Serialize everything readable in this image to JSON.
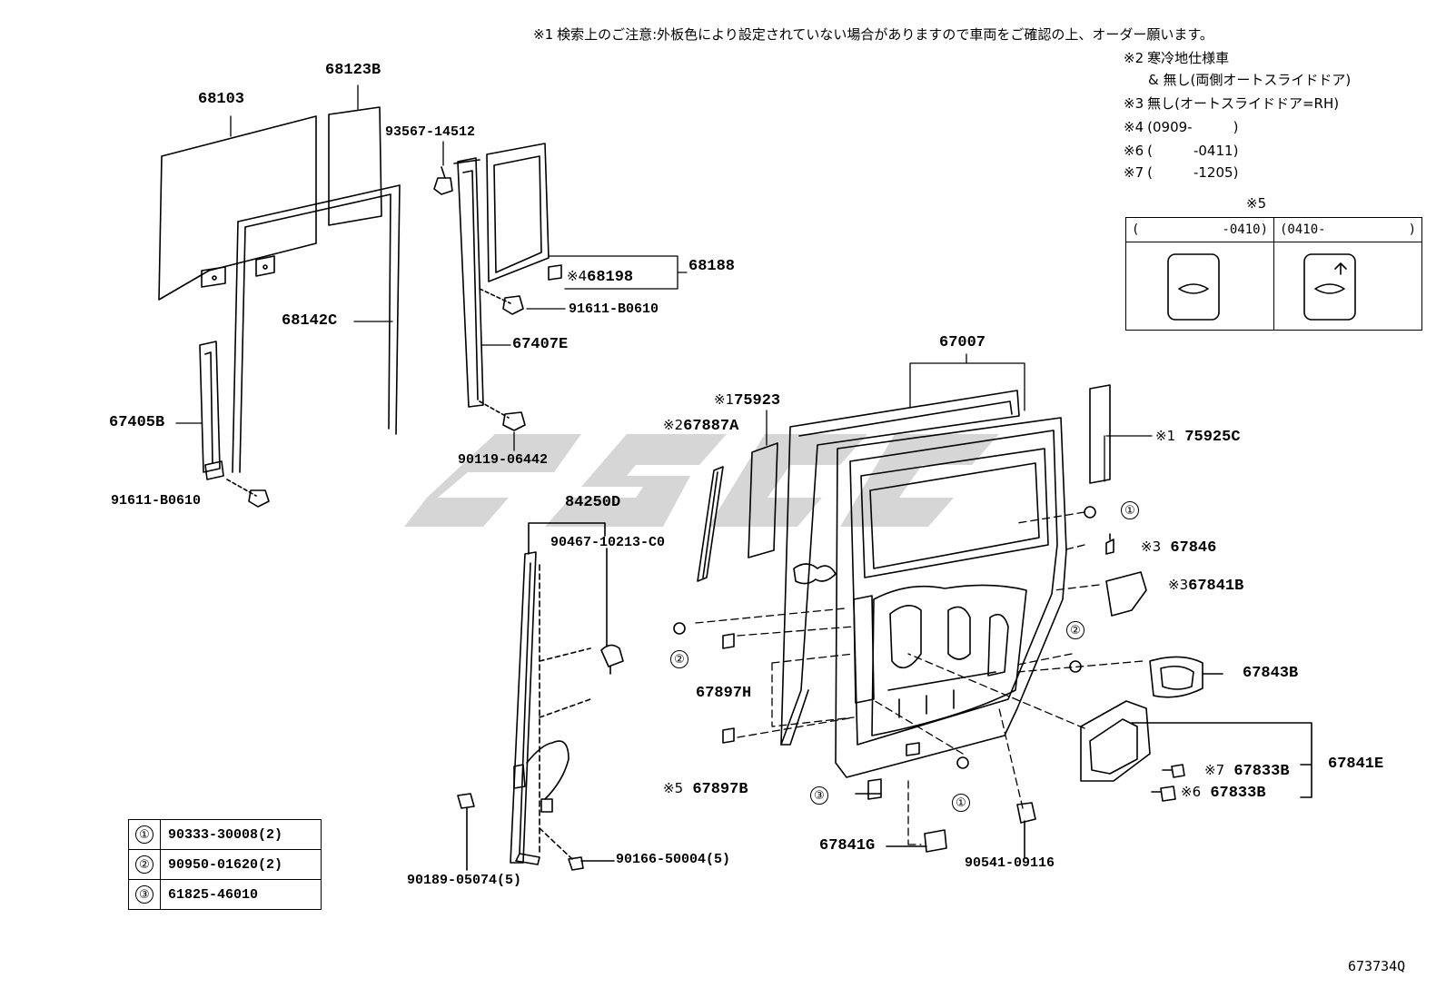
{
  "notes": {
    "n1": {
      "mark": "※1",
      "text": "検索上のご注意:外板色により設定されていない場合がありますので車両をご確認の上、オーダー願います。"
    },
    "n2": {
      "mark": "※2",
      "text": "寒冷地仕様車",
      "text2": "& 無し(両側オートスライドドア)"
    },
    "n3": {
      "mark": "※3",
      "text": "無し(オートスライドドア=RH)"
    },
    "n4": {
      "mark": "※4",
      "text": "(0909-　　　)"
    },
    "n6": {
      "mark": "※6",
      "text": "(　　　-0411)"
    },
    "n7": {
      "mark": "※7",
      "text": "(　　　-1205)"
    }
  },
  "variant_table": {
    "mark": "※5",
    "col1": {
      "open": "(",
      "range": "-0410)",
      "close": ""
    },
    "col2": {
      "open": "(0410-",
      "range": "",
      "close": ")"
    }
  },
  "parts": {
    "p68103": "68103",
    "p68123B": "68123B",
    "p93567": "93567-14512",
    "p68198": "68198",
    "p68198_mark": "※4",
    "p68188": "68188",
    "p91611a": "91611-B0610",
    "p68142C": "68142C",
    "p67407E": "67407E",
    "p67405B": "67405B",
    "p90119": "90119-06442",
    "p91611b": "91611-B0610",
    "p67007": "67007",
    "p75923": "75923",
    "p75923_mark": "※1",
    "p67887A": "67887A",
    "p67887A_mark": "※2",
    "p75925C": "75925C",
    "p75925C_mark": "※1",
    "p84250D": "84250D",
    "p90467": "90467-10213-C0",
    "p67846": "67846",
    "p67846_mark": "※3",
    "p67841B": "67841B",
    "p67841B_mark": "※3",
    "p67897H": "67897H",
    "p67843B": "67843B",
    "p67833Ba": "67833B",
    "p67833Ba_mark": "※7",
    "p67833Bb": "67833B",
    "p67833Bb_mark": "※6",
    "p67841E": "67841E",
    "p67897B": "67897B",
    "p67897B_mark": "※5",
    "p67841G": "67841G",
    "p90541": "90541-09116",
    "p90166": "90166-50004(5)",
    "p90189": "90189-05074(5)"
  },
  "callouts": {
    "c1": "①",
    "c2": "②",
    "c3": "③"
  },
  "legend": [
    {
      "key": "①",
      "value": "90333-30008(2)"
    },
    {
      "key": "②",
      "value": "90950-01620(2)"
    },
    {
      "key": "③",
      "value": "61825-46010"
    }
  ],
  "watermark_text": "CSDC",
  "figure_id": "673734Q"
}
